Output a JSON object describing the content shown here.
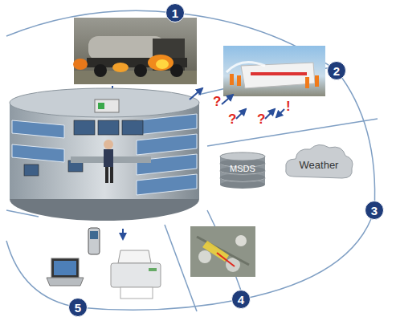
{
  "diagram": {
    "nodes": [
      {
        "text": [
          "MSDS"
        ]
      },
      {
        "text": [
          "Weather"
        ]
      }
    ],
    "edges": [],
    "labels": [
      "1",
      "2",
      "3",
      "4",
      "5",
      "?",
      "?",
      "?",
      "!"
    ]
  }
}
